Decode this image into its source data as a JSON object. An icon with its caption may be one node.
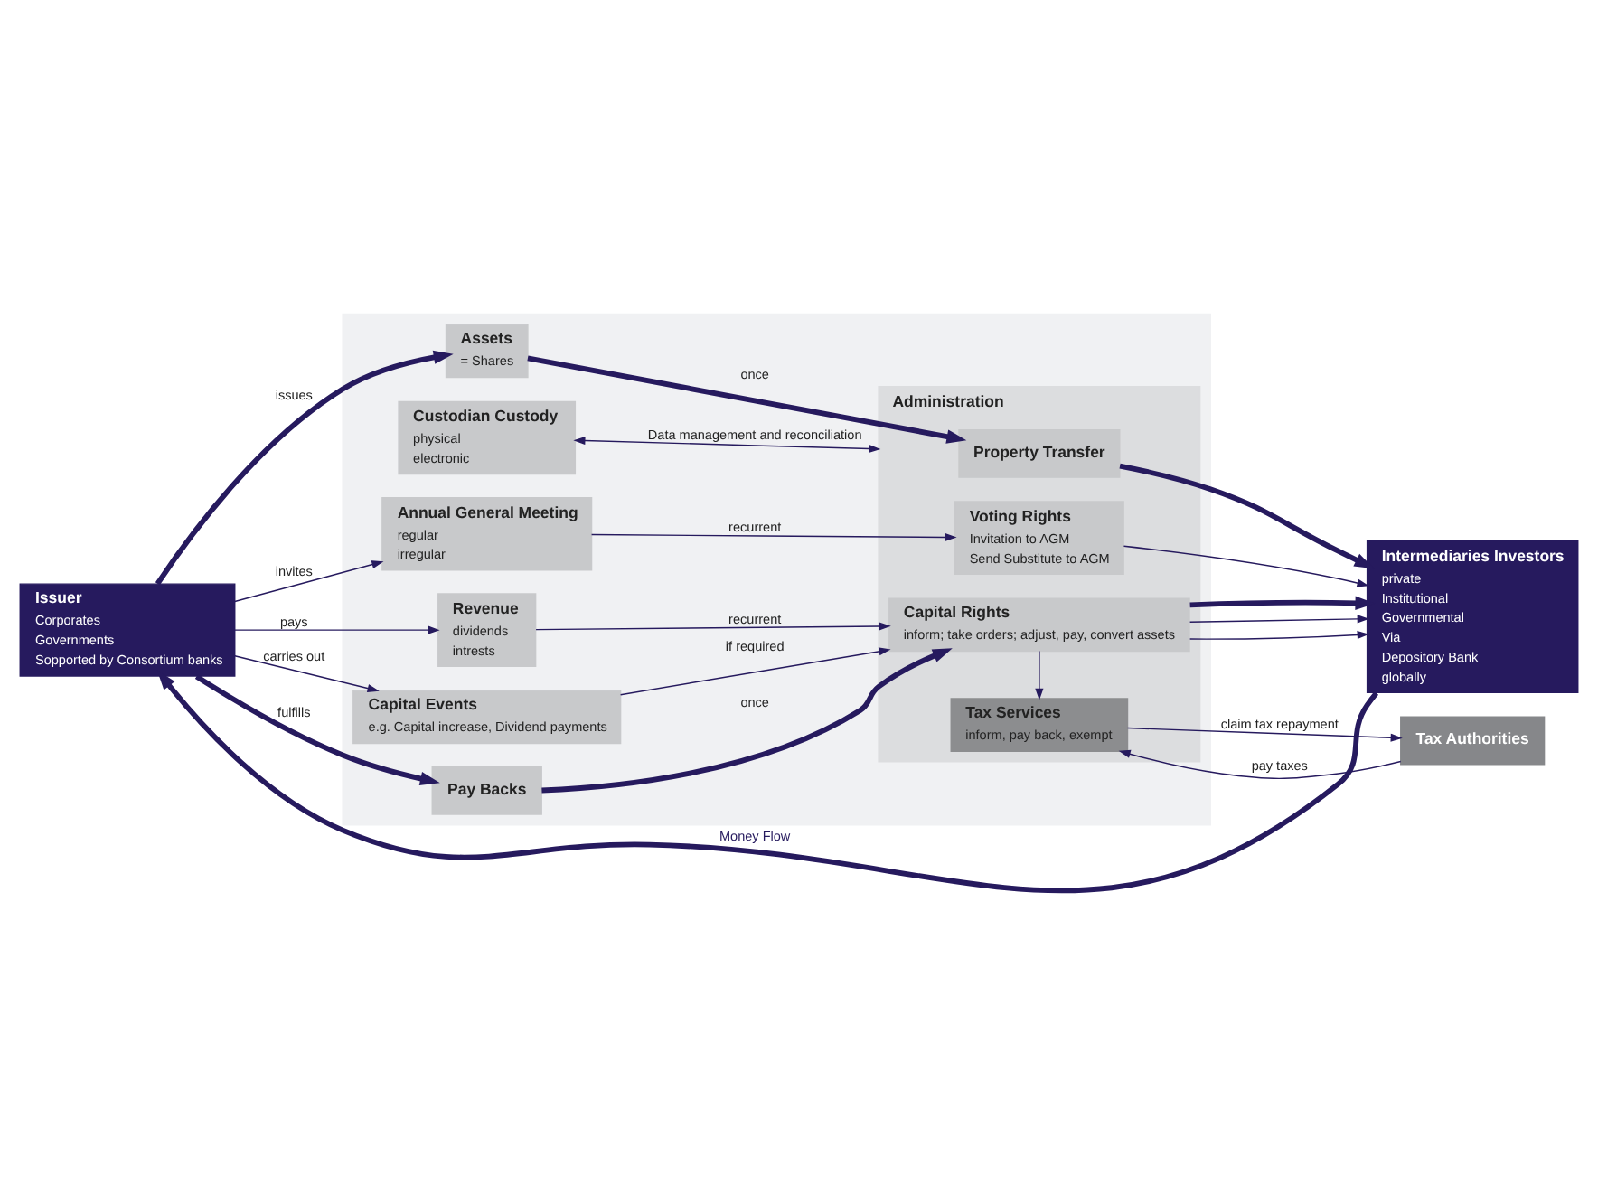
{
  "diagram": {
    "nodes": [
      {
        "text": [
          "Issuer",
          "Corporates",
          "Governments",
          "Sopported by Consortium banks"
        ]
      },
      {
        "text": [],
        "shape": "box"
      },
      {
        "text": [
          "Custodian Custody",
          "physical",
          "electronic"
        ],
        "in": 1
      },
      {
        "text": [
          "Administration"
        ],
        "in": 1
      },
      {
        "text": [
          "Assets",
          "= Shares"
        ],
        "in": 1
      },
      {
        "text": [
          "Annual General Meeting",
          "regular",
          "irregular"
        ],
        "in": 1
      },
      {
        "text": [
          "Revenue",
          "dividends",
          "intrests"
        ],
        "in": 1
      },
      {
        "text": [
          "Capital Events",
          "e.g. Capital increase, Dividend payments"
        ],
        "in": 1
      },
      {
        "text": [
          "Pay Backs"
        ],
        "in": 1
      },
      {
        "text": [
          "Property Transfer"
        ],
        "in": 3
      },
      {
        "text": [
          "Voting Rights",
          "Invitation to AGM",
          "Send Substitute to AGM"
        ],
        "in": 3
      },
      {
        "text": [
          "Capital Rights",
          "inform; take orders; adjust, pay, convert assets"
        ],
        "in": 3
      },
      {
        "text": [
          "Tax Services",
          "inform, pay back, exempt"
        ],
        "in": 3
      },
      {
        "text": [
          "Intermediaries Investors",
          "private",
          "Institutional",
          "Governmental",
          "Via",
          "Depository Bank",
          "globally"
        ]
      },
      {
        "text": [
          "Tax Authorities"
        ]
      }
    ],
    "edges": [
      {
        "from": 13,
        "to": 0,
        "arrow": "to",
        "label": "Money Flow",
        "style": "thick"
      },
      {
        "from": 2,
        "to": 3,
        "arrow": "both",
        "label": "Data management and reconciliation"
      },
      {
        "from": 0,
        "to": 4,
        "arrow": "to",
        "label": "issues",
        "style": "thick"
      },
      {
        "from": 0,
        "to": 5,
        "arrow": "to",
        "label": "invites"
      },
      {
        "from": 0,
        "to": 6,
        "arrow": "to",
        "label": "pays"
      },
      {
        "from": 0,
        "to": 7,
        "arrow": "to",
        "label": "carries out"
      },
      {
        "from": 0,
        "to": 8,
        "arrow": "to",
        "label": "fulfills",
        "style": "thick"
      },
      {
        "from": 4,
        "to": 9,
        "arrow": "to",
        "label": "once",
        "style": "thick"
      },
      {
        "from": 5,
        "to": 10,
        "arrow": "to",
        "label": "recurrent"
      },
      {
        "from": 6,
        "to": 11,
        "arrow": "to",
        "label": "recurrent"
      },
      {
        "from": 7,
        "to": 11,
        "arrow": "to",
        "label": "if required"
      },
      {
        "from": 8,
        "to": 11,
        "arrow": "to",
        "label": "once",
        "style": "thick"
      },
      {
        "from": 9,
        "to": 13,
        "arrow": "to",
        "style": "thick"
      },
      {
        "from": 10,
        "to": 13,
        "arrow": "to"
      },
      {
        "from": 11,
        "to": 13,
        "arrow": "to"
      },
      {
        "from": 11,
        "to": 13,
        "arrow": "to"
      },
      {
        "from": 11,
        "to": 13,
        "arrow": "to",
        "style": "thick"
      },
      {
        "from": 11,
        "to": 12,
        "arrow": "to"
      },
      {
        "from": 14,
        "to": 12,
        "arrow": "to",
        "label": "pay taxes"
      },
      {
        "from": 12,
        "to": 14,
        "arrow": "to",
        "label": "claim tax repayment"
      }
    ]
  }
}
